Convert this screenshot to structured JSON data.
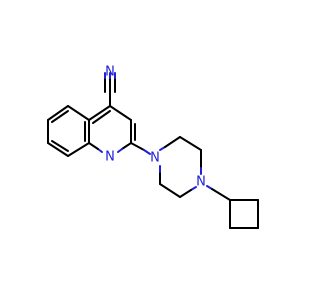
{
  "molecule": {
    "atoms": {
      "nitrile_n": "N",
      "quinoline_n": "N",
      "piperazine_n1": "N",
      "piperazine_n4": "N"
    },
    "colors": {
      "bond": "#000000",
      "heteroatom": "#2020d8",
      "background": "#ffffff"
    }
  }
}
